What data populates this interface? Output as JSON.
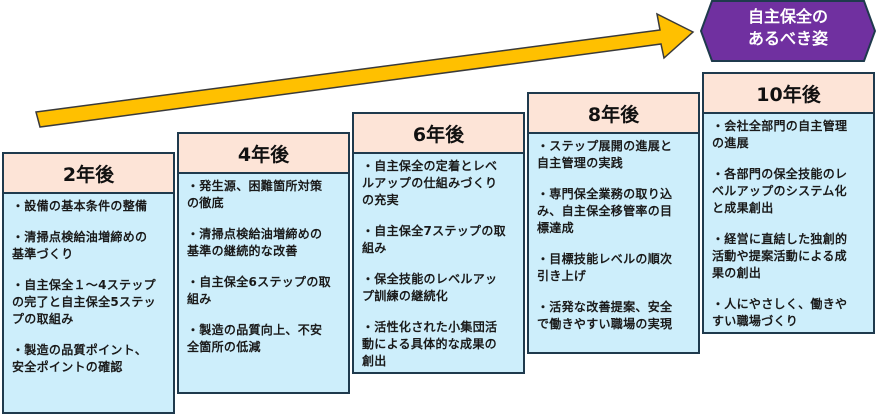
{
  "goal": {
    "line1": "自主保全の",
    "line2": "あるべき姿",
    "color": "#7030A0"
  },
  "arrow_color": "#FFC000",
  "columns": [
    {
      "title": "2年後",
      "items": [
        [
          "・設備の基本条件の整備"
        ],
        [
          "・清掃点検給油増締めの",
          "基準づくり"
        ],
        [
          "・自主保全１～4ステップ",
          "の完了と自主保全5ステッ",
          "プの取組み"
        ],
        [
          "・製造の品質ポイント、",
          "安全ポイントの確認"
        ]
      ]
    },
    {
      "title": "4年後",
      "items": [
        [
          "・発生源、困難箇所対策",
          "の徹底"
        ],
        [
          "・清掃点検給油増締めの",
          "基準の継続的な改善"
        ],
        [
          "・自主保全6ステップの取",
          "組み"
        ],
        [
          "・製造の品質向上、不安",
          "全箇所の低減"
        ]
      ]
    },
    {
      "title": "6年後",
      "items": [
        [
          "・自主保全の定着とレベ",
          "ルアップの仕組みづくり",
          "の充実"
        ],
        [
          "・自主保全7ステップの取",
          "組み"
        ],
        [
          "・保全技能のレベルアッ",
          "プ訓練の継続化"
        ],
        [
          "・活性化された小集団活",
          "動による具体的な成果の",
          "創出"
        ]
      ]
    },
    {
      "title": "8年後",
      "items": [
        [
          "・ステップ展開の進展と",
          "自主管理の実践"
        ],
        [
          "・専門保全業務の取り込",
          "み、自主保全移管率の目",
          "標達成"
        ],
        [
          "・目標技能レベルの順次",
          "引き上げ"
        ],
        [
          "・活発な改善提案、安全",
          "で働きやすい職場の実現"
        ]
      ]
    },
    {
      "title": "10年後",
      "items": [
        [
          "・会社全部門の自主管理",
          "の進展"
        ],
        [
          "・各部門の保全技能のレ",
          "ベルアップのシステム化",
          "と成果創出"
        ],
        [
          "・経営に直結した独創的",
          "活動や提案活動による成",
          "果の創出"
        ],
        [
          "・人にやさしく、働きや",
          "すい職場づくり"
        ]
      ]
    }
  ]
}
